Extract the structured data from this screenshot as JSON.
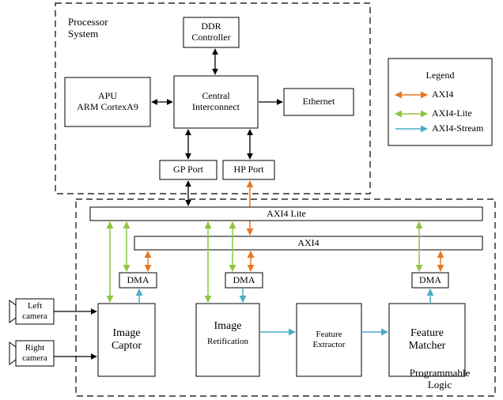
{
  "processor_system": {
    "title": "Processor\nSystem",
    "ddr": "DDR\nController",
    "apu": "APU\nARM CortexA9",
    "interconnect": "Central\nInterconnect",
    "ethernet": "Ethernet",
    "gp_port": "GP Port",
    "hp_port": "HP Port"
  },
  "legend": {
    "title": "Legend",
    "items": [
      {
        "label": "AXI4",
        "color": "#E87722"
      },
      {
        "label": "AXI4-Lite",
        "color": "#8DC63F"
      },
      {
        "label": "AXI4-Stream",
        "color": "#4BACC6"
      }
    ]
  },
  "programmable_logic": {
    "title": "Programmable\nLogic",
    "axi4_lite_bus": "AXI4 Lite",
    "axi4_bus": "AXI4",
    "dma": "DMA",
    "left_camera": "Left\ncamera",
    "right_camera": "Right\ncamera",
    "image_captor": "Image\nCaptor",
    "image_rectification_top": "Image",
    "image_rectification_bottom": "Retification",
    "feature_extractor": "Feature\nExtractor",
    "feature_matcher": "Feature\nMatcher"
  },
  "colors": {
    "axi4": "#E87722",
    "axi4_lite": "#8DC63F",
    "axi4_stream": "#4BACC6",
    "line": "#000000"
  }
}
